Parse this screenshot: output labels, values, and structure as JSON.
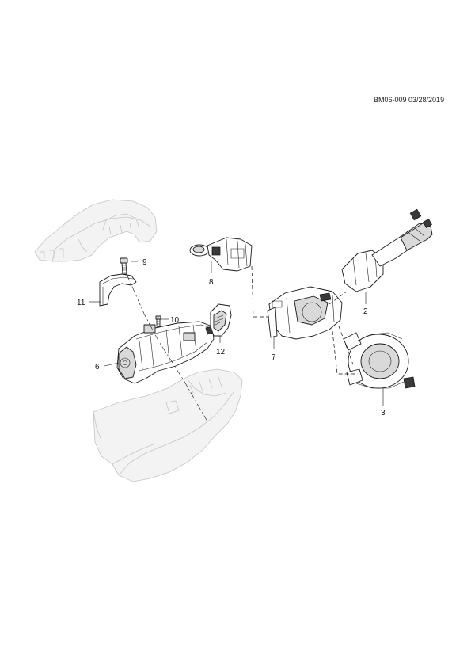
{
  "reference": "BM06-009 03/28/2019",
  "callouts": {
    "c2": "2",
    "c3": "3",
    "c6": "6",
    "c7": "7",
    "c8": "8",
    "c9": "9",
    "c10": "10",
    "c11": "11",
    "c12": "12"
  }
}
